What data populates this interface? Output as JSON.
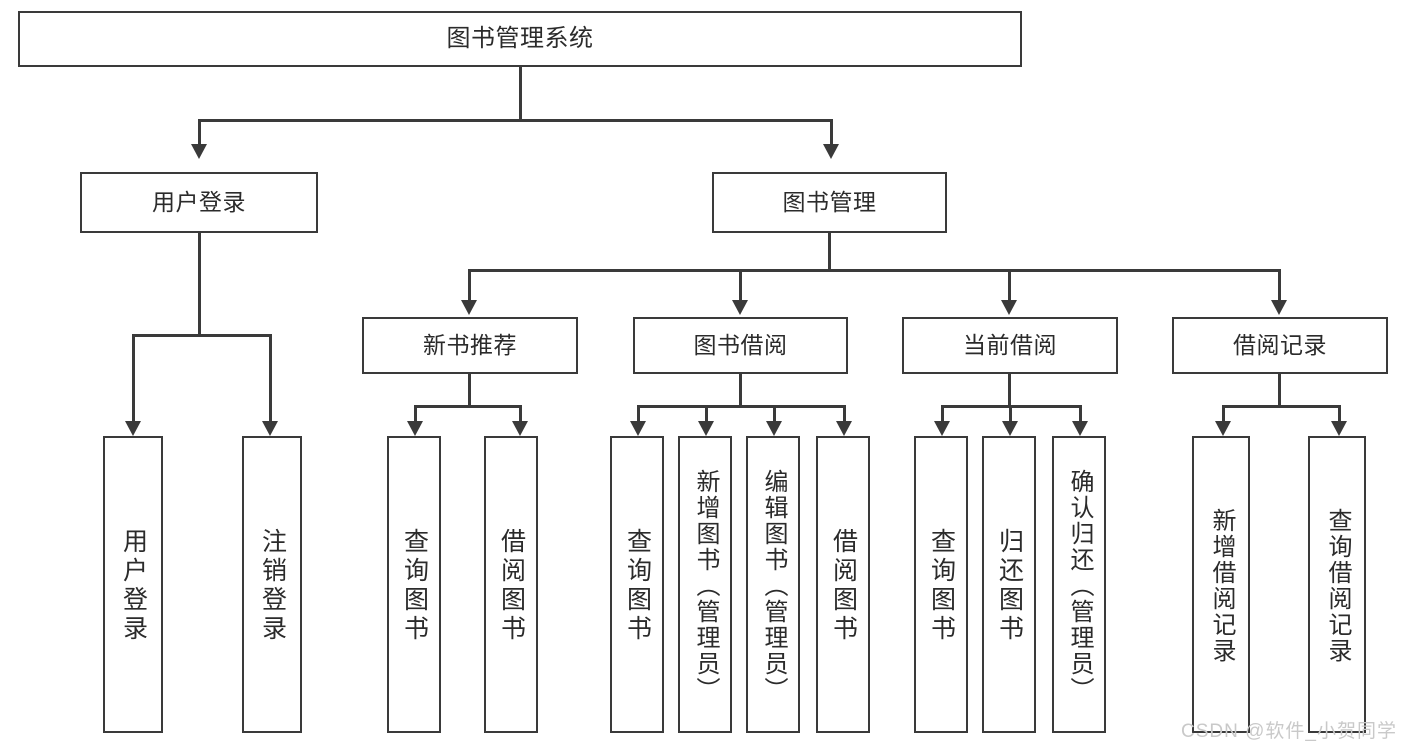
{
  "diagram": {
    "type": "tree-hierarchy",
    "title": "图书管理系统",
    "watermark": "CSDN @软件_小贺同学",
    "root": {
      "id": "root",
      "label": "图书管理系统"
    },
    "level2": [
      {
        "id": "user-login",
        "label": "用户登录"
      },
      {
        "id": "book-management",
        "label": "图书管理"
      }
    ],
    "level3": [
      {
        "id": "new-book-recommend",
        "label": "新书推荐",
        "parent": "book-management"
      },
      {
        "id": "book-borrow",
        "label": "图书借阅",
        "parent": "book-management"
      },
      {
        "id": "current-borrow",
        "label": "当前借阅",
        "parent": "book-management"
      },
      {
        "id": "borrow-record",
        "label": "借阅记录",
        "parent": "book-management"
      }
    ],
    "leaves": {
      "user_login": [
        {
          "id": "leaf-user-login",
          "label": "用户登录"
        },
        {
          "id": "leaf-user-logout",
          "label": "注销登录"
        }
      ],
      "new_book_recommend": [
        {
          "id": "leaf-query-book-1",
          "label": "查询图书"
        },
        {
          "id": "leaf-borrow-book-1",
          "label": "借阅图书"
        }
      ],
      "book_borrow": [
        {
          "id": "leaf-query-book-2",
          "label": "查询图书"
        },
        {
          "id": "leaf-add-book",
          "label": "新增图书（管理员）"
        },
        {
          "id": "leaf-edit-book",
          "label": "编辑图书（管理员）"
        },
        {
          "id": "leaf-borrow-book-2",
          "label": "借阅图书"
        }
      ],
      "current_borrow": [
        {
          "id": "leaf-query-book-3",
          "label": "查询图书"
        },
        {
          "id": "leaf-return-book",
          "label": "归还图书"
        },
        {
          "id": "leaf-confirm-return",
          "label": "确认归还（管理员）"
        }
      ],
      "borrow_record": [
        {
          "id": "leaf-add-record",
          "label": "新增借阅记录"
        },
        {
          "id": "leaf-query-record",
          "label": "查询借阅记录"
        }
      ]
    },
    "colors": {
      "stroke": "#3a3a3a",
      "fill": "#ffffff",
      "text": "#2b2b2b",
      "watermark": "#c9c9c9"
    }
  }
}
